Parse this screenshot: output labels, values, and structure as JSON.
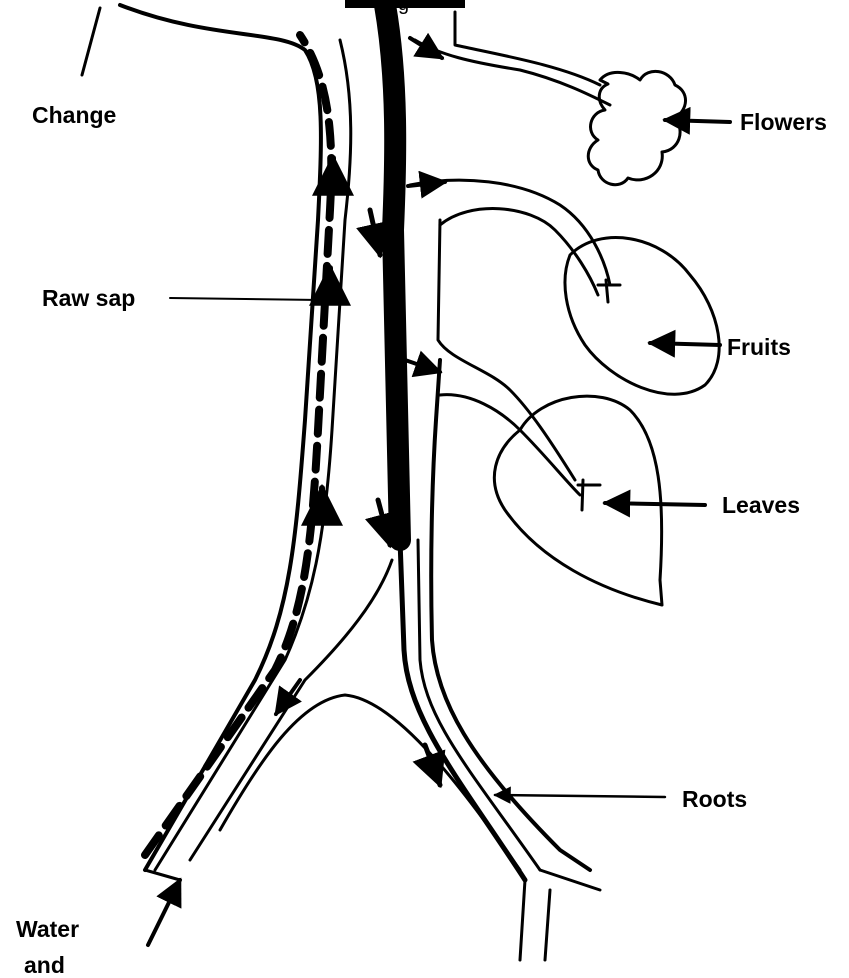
{
  "labels": {
    "top_partial": "g",
    "change": "Change",
    "raw_sap": "Raw sap",
    "flowers": "Flowers",
    "fruits": "Fruits",
    "leaves": "Leaves",
    "roots": "Roots",
    "water": "Water",
    "and": "and"
  },
  "colors": {
    "ink": "#000000",
    "paper": "#ffffff"
  }
}
